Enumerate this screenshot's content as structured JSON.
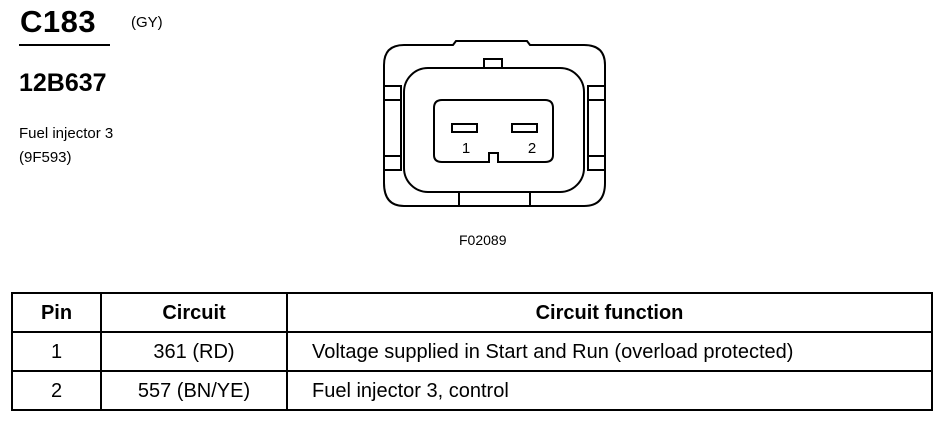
{
  "connector": {
    "id": "C183",
    "color": "(GY)",
    "part_number": "12B637",
    "component_name": "Fuel injector 3",
    "component_code": "(9F593)"
  },
  "figure": {
    "id": "F02089",
    "pin_labels": [
      "1",
      "2"
    ]
  },
  "table": {
    "headers": {
      "pin": "Pin",
      "circuit": "Circuit",
      "function": "Circuit function"
    },
    "rows": [
      {
        "pin": "1",
        "circuit": "361 (RD)",
        "function": "Voltage supplied in Start and Run (overload protected)"
      },
      {
        "pin": "2",
        "circuit": "557 (BN/YE)",
        "function": "Fuel injector 3, control"
      }
    ]
  }
}
